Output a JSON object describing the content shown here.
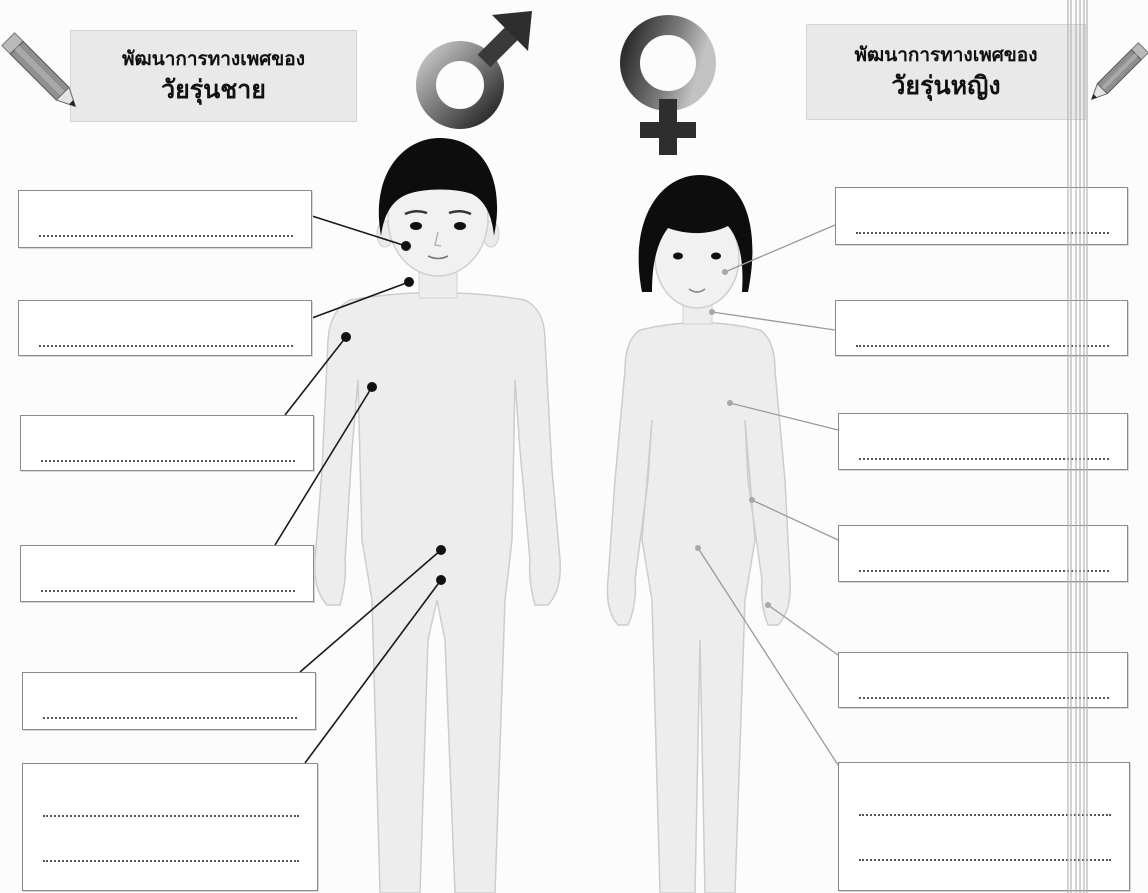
{
  "worksheet": {
    "male_header": {
      "line1": "พัฒนาการทางเพศของ",
      "line2": "วัยรุ่นชาย"
    },
    "female_header": {
      "line1": "พัฒนาการทางเพศของ",
      "line2": "วัยรุ่นหญิง"
    }
  },
  "icons": {
    "male_symbol": "male-symbol-icon",
    "female_symbol": "female-symbol-icon",
    "pencil": "pencil-icon"
  },
  "colors": {
    "ink": "#111111",
    "header_bg": "#e9e9e9",
    "box_border": "#8a8a8a",
    "skin": "#ededed",
    "hair": "#0d0d0d",
    "symbol_light": "#b8b8b8",
    "symbol_dark": "#2e2e2e"
  }
}
